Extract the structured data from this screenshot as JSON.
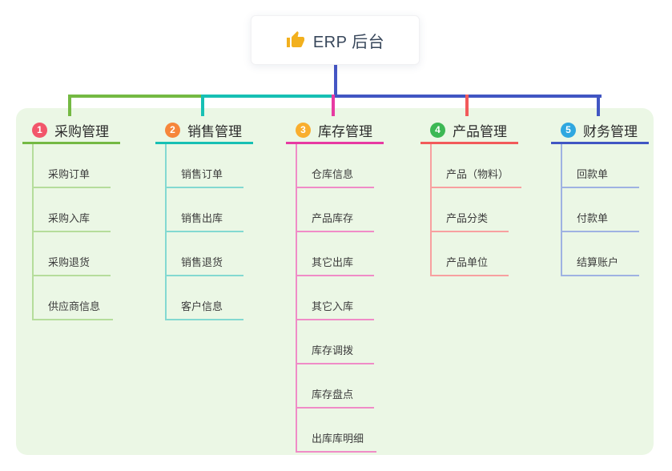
{
  "root": {
    "label": "ERP 后台",
    "icon": "thumbs-up-icon",
    "icon_color": "#f2b01e",
    "line_color": "#4556c4"
  },
  "panel_bg": "#ebf7e5",
  "branches": [
    {
      "num": "1",
      "title": "采购管理",
      "badge_color": "#f2566a",
      "line_color": "#74b943",
      "child_line_color": "#b5dd9b",
      "children": [
        "采购订单",
        "采购入库",
        "采购退货",
        "供应商信息"
      ]
    },
    {
      "num": "2",
      "title": "销售管理",
      "badge_color": "#f6863b",
      "line_color": "#17c0b4",
      "child_line_color": "#83d9d1",
      "children": [
        "销售订单",
        "销售出库",
        "销售退货",
        "客户信息"
      ]
    },
    {
      "num": "3",
      "title": "库存管理",
      "badge_color": "#f9ae2e",
      "line_color": "#e73aa2",
      "child_line_color": "#f08cc7",
      "children": [
        "仓库信息",
        "产品库存",
        "其它出库",
        "其它入库",
        "库存调拨",
        "库存盘点",
        "出库库明细"
      ]
    },
    {
      "num": "4",
      "title": "产品管理",
      "badge_color": "#3cb854",
      "line_color": "#f25a5a",
      "child_line_color": "#f8a0a0",
      "children": [
        "产品（物料）",
        "产品分类",
        "产品单位"
      ]
    },
    {
      "num": "5",
      "title": "财务管理",
      "badge_color": "#2fa7e0",
      "line_color": "#4156c3",
      "child_line_color": "#9fb2e2",
      "children": [
        "回款单",
        "付款单",
        "结算账户"
      ]
    }
  ]
}
